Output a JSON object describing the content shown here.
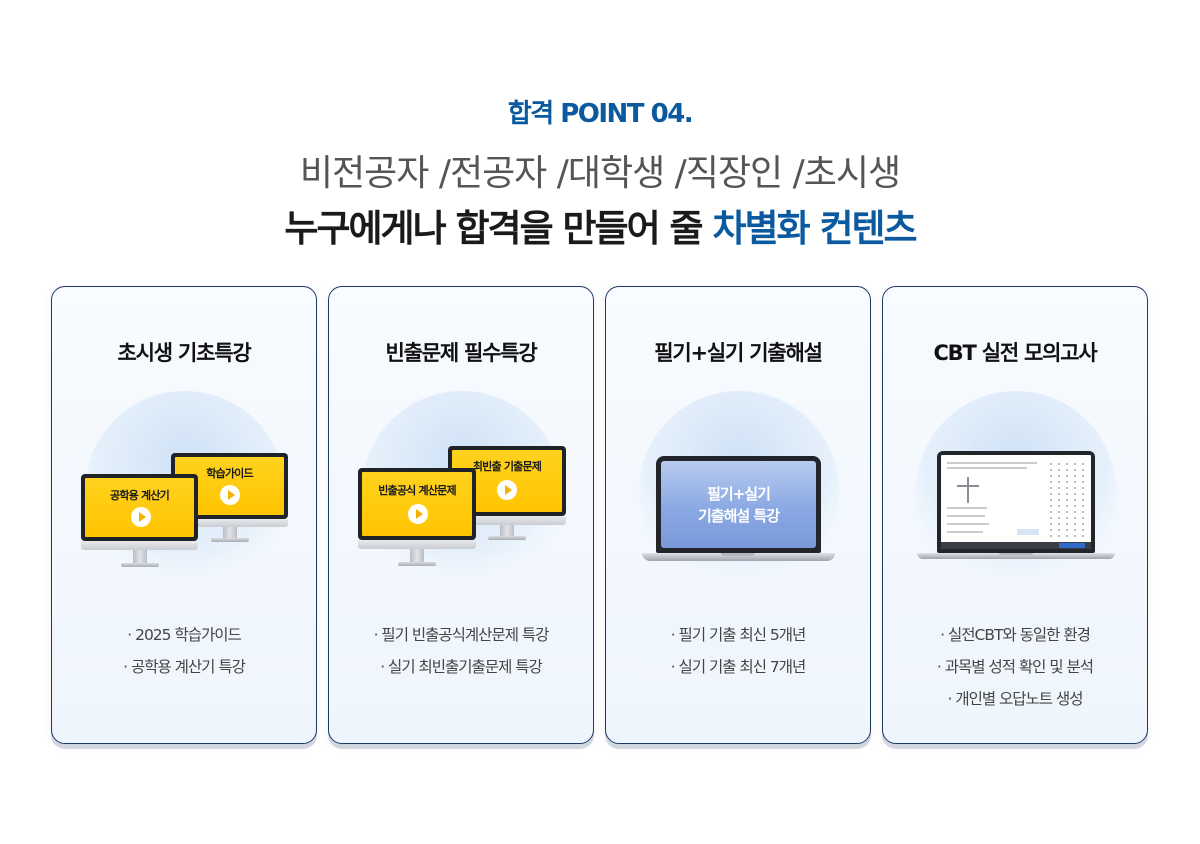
{
  "header": {
    "eyebrow": "합격 POINT 04.",
    "subline": "비전공자 /전공자 /대학생 /직장인 /초시생",
    "headline_main": "누구에게나 합격을 만들어 줄 ",
    "headline_accent": "차별화 컨텐츠"
  },
  "colors": {
    "accent": "#0b5aa0",
    "card_border": "#1d3a63",
    "monitor_yellow": "#ffc400",
    "laptop_blue": "#8aa8e3"
  },
  "cards": [
    {
      "title": "초시생 기초특강",
      "monitor_front": "공학용 계산기",
      "monitor_back": "학습가이드",
      "bullets": [
        "· 2025 학습가이드",
        "· 공학용 계산기 특강"
      ]
    },
    {
      "title": "빈출문제 필수특강",
      "monitor_front": "빈출공식 계산문제",
      "monitor_back": "최빈출 기출문제",
      "bullets": [
        "· 필기 빈출공식계산문제 특강",
        "· 실기 최빈출기출문제 특강"
      ]
    },
    {
      "title": "필기+실기 기출해설",
      "laptop_line1": "필기+실기",
      "laptop_line2": "기출해설 특강",
      "bullets": [
        "· 필기 기출 최신 5개년",
        "· 실기 기출 최신 7개년"
      ]
    },
    {
      "title": "CBT 실전 모의고사",
      "bullets": [
        "· 실전CBT와 동일한 환경",
        "· 과목별 성적 확인 및 분석",
        "· 개인별 오답노트 생성"
      ]
    }
  ]
}
